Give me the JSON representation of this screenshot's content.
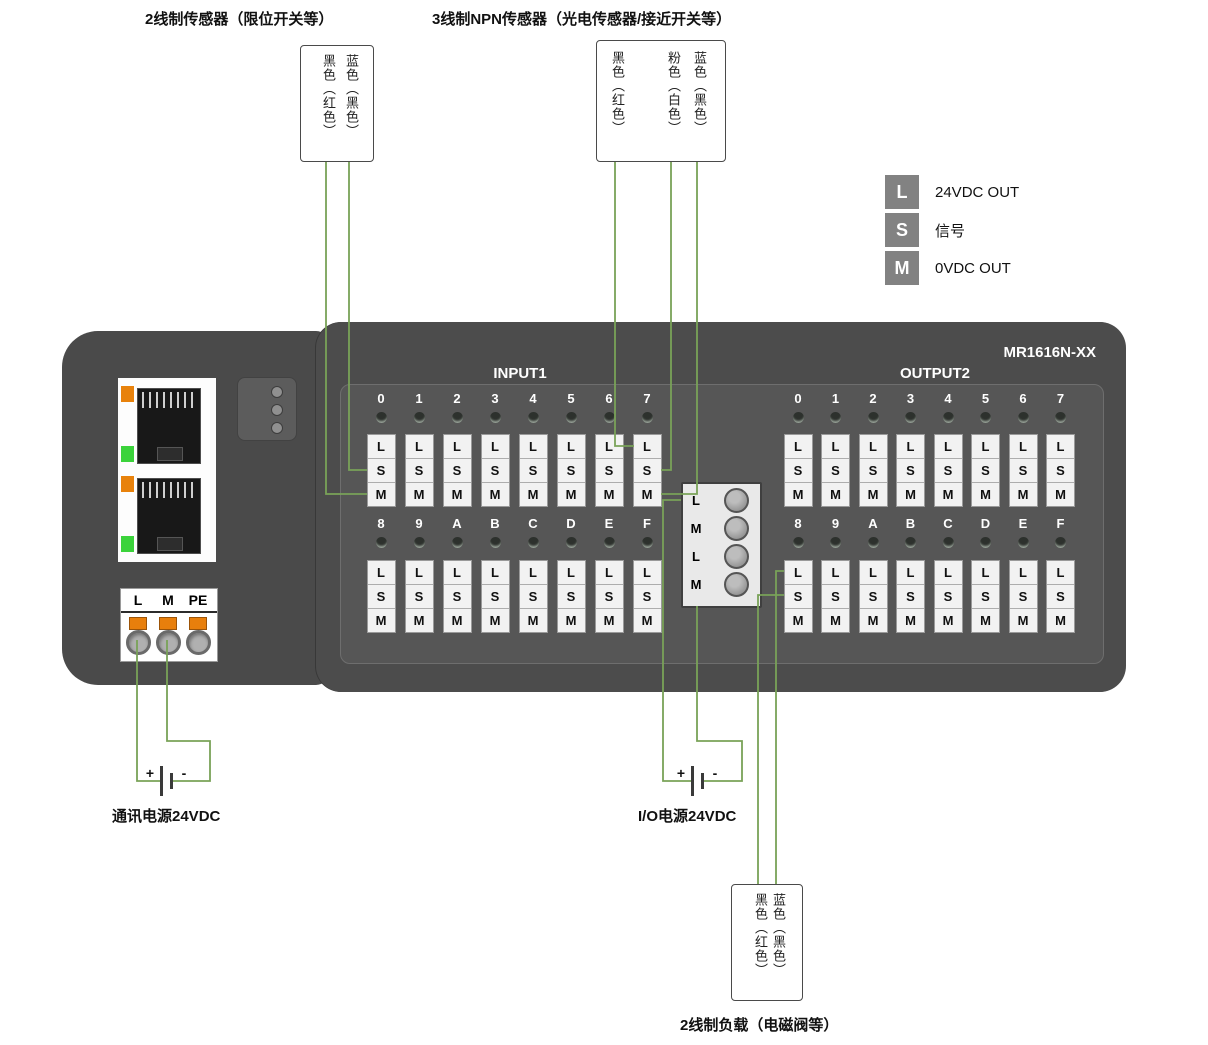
{
  "labels": {
    "sensor2wire_title": "2线制传感器（限位开关等）",
    "sensor3wire_title": "3线制NPN传感器（光电传感器/接近开关等）",
    "comm_power": "通讯电源24VDC",
    "io_power": "I/O电源24VDC",
    "load_title": "2线制负载（电磁阀等）",
    "model": "MR1616N-XX",
    "input_header": "INPUT1",
    "output_header": "OUTPUT2",
    "plus": "+",
    "minus": "-"
  },
  "legend": {
    "items": [
      {
        "key": "L",
        "desc": "24VDC OUT"
      },
      {
        "key": "S",
        "desc": "信号"
      },
      {
        "key": "M",
        "desc": "0VDC OUT"
      }
    ]
  },
  "sensor2wire": {
    "wires": [
      "黑色（红色）",
      "蓝色（黑色）"
    ]
  },
  "sensor3wire": {
    "wires": [
      "黑色（红色）",
      "粉色（白色）",
      "蓝色（黑色）"
    ]
  },
  "load": {
    "wires": [
      "黑色（红色）",
      "蓝色（黑色）"
    ]
  },
  "power_terminal": {
    "labels": [
      "L",
      "M",
      "PE"
    ]
  },
  "io_connector": {
    "labels": [
      "L",
      "M",
      "L",
      "M"
    ]
  },
  "terminals": {
    "cell_letters": [
      "L",
      "S",
      "M"
    ],
    "input_row1": [
      "0",
      "1",
      "2",
      "3",
      "4",
      "5",
      "6",
      "7"
    ],
    "input_row2": [
      "8",
      "9",
      "A",
      "B",
      "C",
      "D",
      "E",
      "F"
    ],
    "output_row1": [
      "0",
      "1",
      "2",
      "3",
      "4",
      "5",
      "6",
      "7"
    ],
    "output_row2": [
      "8",
      "9",
      "A",
      "B",
      "C",
      "D",
      "E",
      "F"
    ]
  },
  "colors": {
    "wire": "#79a258",
    "led_orange": "#e8820c",
    "led_green": "#3bd33b",
    "lever_orange": "#e87f0c"
  }
}
